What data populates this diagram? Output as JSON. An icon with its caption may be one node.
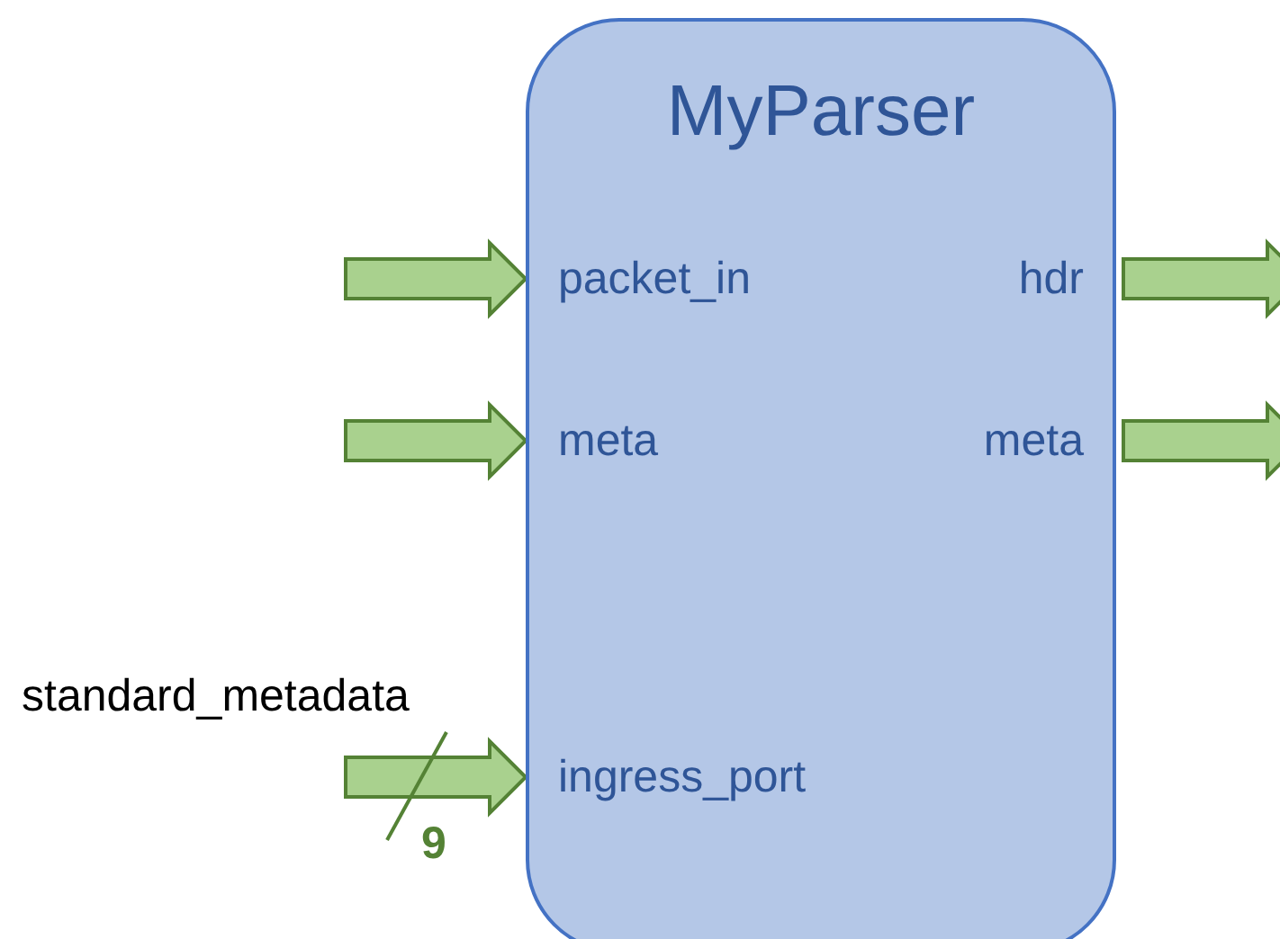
{
  "diagram": {
    "nodes": [
      {
        "text": [
          "MyParser"
        ]
      },
      {
        "text": [
          "packet_in"
        ],
        "in": 0
      },
      {
        "text": [
          "meta"
        ],
        "in": 0
      },
      {
        "text": [
          "ingress_port"
        ],
        "in": 0
      },
      {
        "text": [
          "hdr"
        ],
        "in": 0
      },
      {
        "text": [
          "meta"
        ],
        "in": 0
      }
    ],
    "edges": [
      {
        "from": null,
        "to": 1,
        "arrow": "to"
      },
      {
        "from": null,
        "to": 2,
        "arrow": "to"
      },
      {
        "from": null,
        "to": 3,
        "arrow": "to"
      },
      {
        "from": 4,
        "to": null,
        "arrow": "to"
      },
      {
        "from": 5,
        "to": null,
        "arrow": "to"
      }
    ],
    "labels": [
      "standard_metadata",
      "9"
    ]
  }
}
